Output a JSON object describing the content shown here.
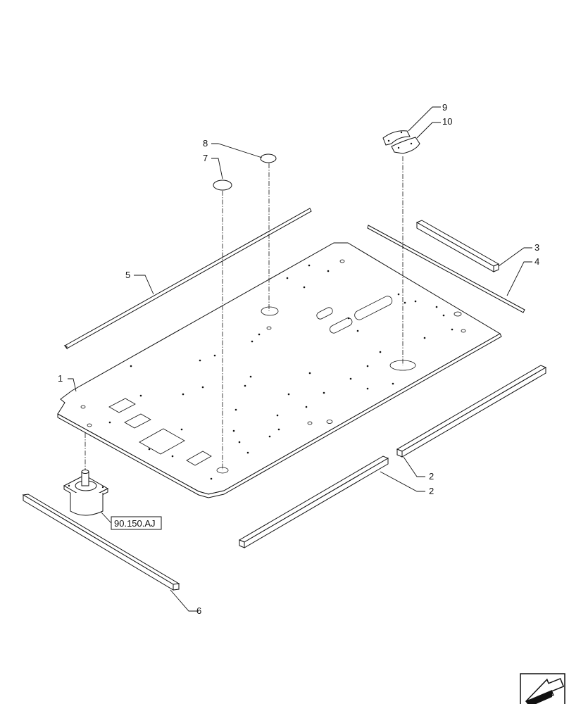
{
  "callouts": {
    "c1": "1",
    "c2a": "2",
    "c2b": "2",
    "c3": "3",
    "c4": "4",
    "c5": "5",
    "c6": "6",
    "c7": "7",
    "c8": "8",
    "c9": "9",
    "c10": "10"
  },
  "reference_box": "90.150.AJ",
  "nav_icon": "next-page-arrow-icon"
}
